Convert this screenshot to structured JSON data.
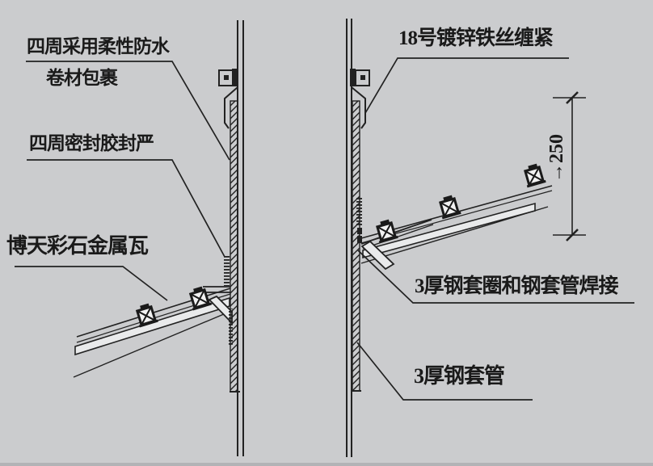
{
  "diagram": {
    "labels": {
      "membrane_wrap": {
        "line1": "四周采用柔性防水",
        "line2": "卷材包裹"
      },
      "sealant": "四周密封胶封严",
      "metal_tile": "博天彩石金属瓦",
      "wire": "18号镀锌铁丝缠紧",
      "collar_weld": "3厚钢套圈和钢套管焊接",
      "steel_sleeve": "3厚钢套管",
      "dimension_label": "→250",
      "dimension_value": "250"
    },
    "colors": {
      "background": "#cbccce",
      "line": "#222222",
      "text": "#1a1a1a"
    }
  }
}
